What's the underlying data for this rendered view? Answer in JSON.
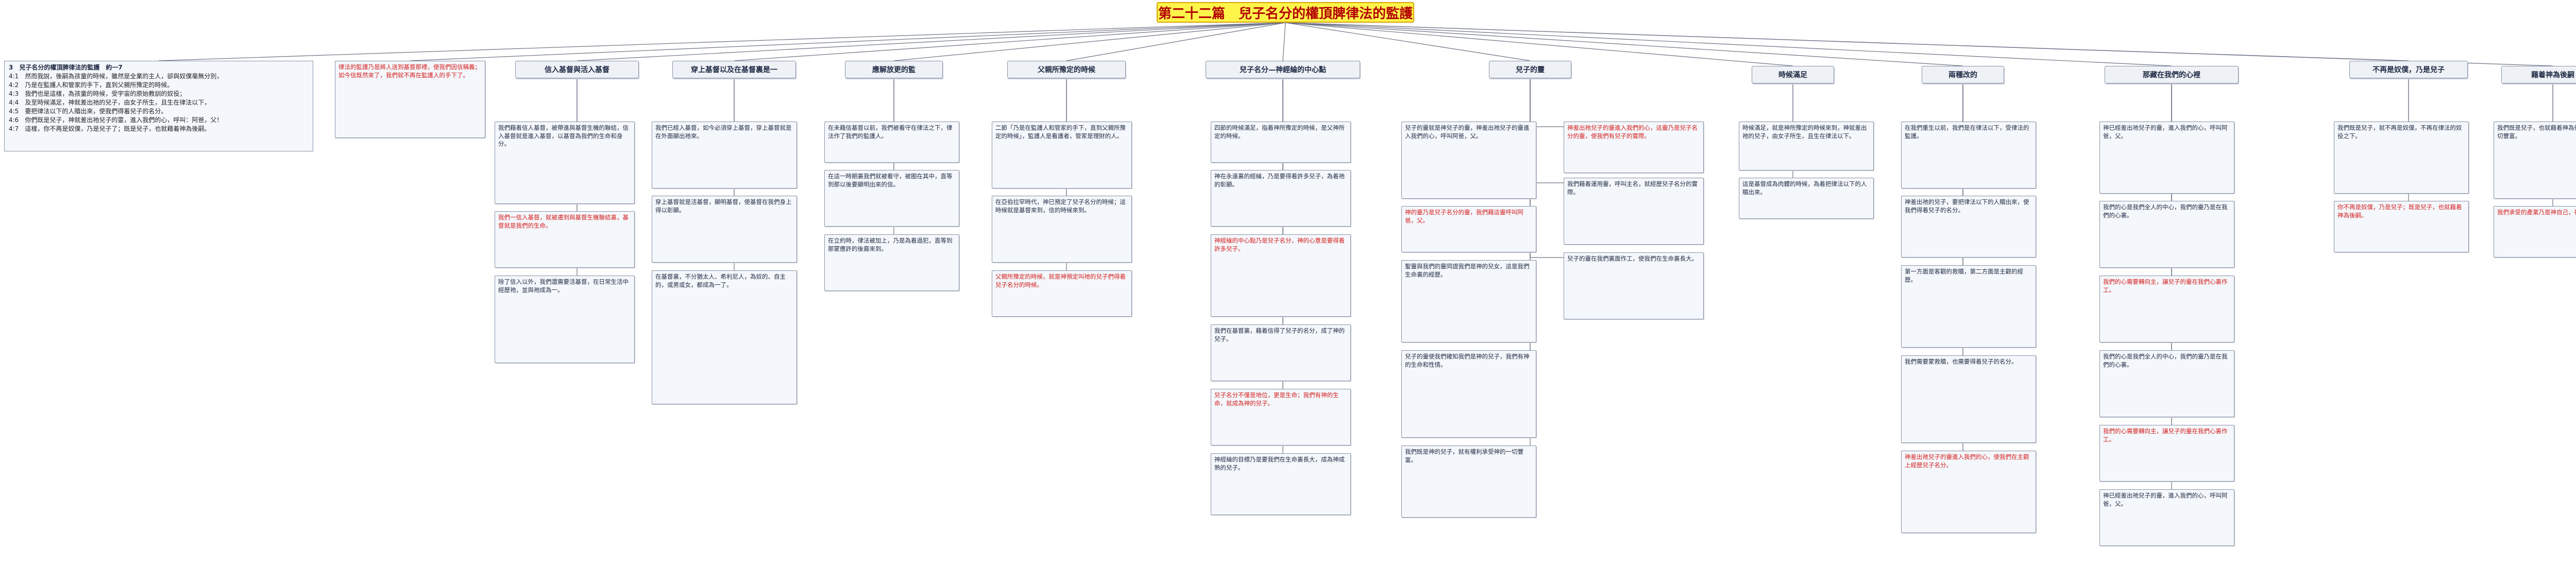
{
  "title": "第二十二篇　兒子名分的權頂脾律法的監護",
  "intro": {
    "caption": "3　兒子名分的權頂脾律法的監護　約一7",
    "lines": [
      "4:1　然而我說，後嗣為孩童的時候，雖然是全業的主人，卻與奴僕毫無分別，",
      "4:2　乃是在監護人和管家的手下，直到父親所豫定的時候。",
      "4:3　我們也是這樣，為孩童的時候，受宇宙的原始教訓的奴役；",
      "4:4　及至時候滿足，神就差出祂的兒子，由女子所生，且生在律法以下，",
      "4:5　要把律法以下的人贖出來，使我們得着兒子的名分。",
      "4:6　你們既是兒子，神就差出祂兒子的靈，進入我們的心，呼叫：阿爸，父！",
      "4:7　這樣，你不再是奴僕，乃是兒子了；既是兒子，也就藉着神為後嗣。"
    ]
  },
  "headers": [
    "信入基督與活入基督",
    "穿上基督以及在基督裏是一",
    "應解放更的監",
    "父親所豫定的時候",
    "兒子名分—神經綸的中心點",
    "兒子的靈",
    "時候滿足",
    "兩種改的",
    "那藏在我們的心裡",
    "不再是奴僕，乃是兒子",
    "藉着神為後嗣"
  ],
  "top_note": "律法的監護乃是將人送到基督那裡，使我們因信稱義；如今信既然來了，我們就不再在監護人的手下了。",
  "notes": {
    "c1": [
      {
        "t": "我們藉着信人基督，被帶進與基督生機的聯結，信入基督就是進入基督，以基督為我們的生命和身分。",
        "red": false
      },
      {
        "t": "我們一信入基督，就被遷到與基督生機聯結裏，基督就是我們的生命。",
        "red": true
      },
      {
        "t": "除了信入以外，我們還需要活基督，在日常生活中經歷祂，並與祂成為一。",
        "red": false
      }
    ],
    "c2": [
      {
        "t": "我們已經入基督，如今必須穿上基督，穿上基督就是在外面顯出祂來。",
        "red": false
      },
      {
        "t": "穿上基督就是活基督，顯明基督，使基督在我們身上得以彰顯。",
        "red": false
      },
      {
        "t": "在基督裏，不分猶太人、希利尼人，為奴的、自主的，或男或女，都成為一了。",
        "red": false
      }
    ],
    "c3": [
      {
        "t": "在未藉信基督以前，我們被看守在律法之下，律法作了我們的監護人。",
        "red": false
      },
      {
        "t": "在這一時期裏我們就被看守，被圈在其中，直等到那以後要顯明出來的信。",
        "red": false
      },
      {
        "t": "在立約時，律法被加上，乃是為着過犯，直等到那蒙應許的後裔來到。",
        "red": false
      }
    ],
    "c4": [
      {
        "t": "二節「乃是在監護人和管家的手下，直到父親所豫定的時候」，監護人是看護者，管家是理財的人。",
        "red": false
      },
      {
        "t": "在亞伯拉罕時代，神已預定了兒子名分的時候；這時候就是基督來到，信的時候來到。",
        "red": false
      },
      {
        "t": "父親所豫定的時候，就是神預定叫祂的兒子們得着兒子名分的時候。",
        "red": true
      }
    ],
    "c5": [
      {
        "t": "四節的時候滿足，指着神所豫定的時候，是父神所定的時候。",
        "red": false
      },
      {
        "t": "神在永遠裏的經綸，乃是要得着許多兒子，為着祂的彰顯。",
        "red": false
      },
      {
        "t": "神經綸的中心點乃是兒子名分，神的心意是要得着許多兒子。",
        "red": true
      },
      {
        "t": "我們在基督裏，藉着信得了兒子的名分，成了神的兒子。",
        "red": false
      },
      {
        "t": "兒子名分不僅是地位，更是生命；我們有神的生命，就成為神的兒子。",
        "red": true
      },
      {
        "t": "神經綸的目標乃是要我們在生命裏長大，成為神成熟的兒子。",
        "red": false
      }
    ],
    "c6": [
      {
        "t": "兒子的靈就是神兒子的靈，神差出祂兒子的靈進入我們的心，呼叫阿爸，父。",
        "red": false
      },
      {
        "t": "神的靈乃是兒子名分的靈，我們藉這靈呼叫阿爸，父。",
        "red": true
      },
      {
        "t": "聖靈與我們的靈同證我們是神的兒女，這是我們生命裏的經歷。",
        "red": false
      },
      {
        "t": "兒子的靈使我們確知我們是神的兒子，我們有神的生命和性情。",
        "red": false
      },
      {
        "t": "我們既是神的兒子，就有權利承受神的一切豐富。",
        "red": false
      }
    ],
    "c6b": [
      {
        "t": "神差出祂兒子的靈進入我們的心，這靈乃是兒子名分的靈，使我們有兒子的實際。",
        "red": true
      },
      {
        "t": "我們藉着運用靈，呼叫主名，就經歷兒子名分的實際。",
        "red": false
      },
      {
        "t": "兒子的靈在我們裏面作工，使我們在生命裏長大。",
        "red": false
      }
    ],
    "c7": [
      {
        "t": "時候滿足，就是神所豫定的時候來到，神就差出祂的兒子，由女子所生，且生在律法以下。",
        "red": false
      },
      {
        "t": "這是基督成為肉體的時候，為着把律法以下的人贖出來。",
        "red": false
      }
    ],
    "c8": [
      {
        "t": "在我們重生以前，我們是在律法以下，受律法的監護。",
        "red": false
      },
      {
        "t": "神差出祂的兒子，要把律法以下的人贖出來，使我們得着兒子的名分。",
        "red": false
      },
      {
        "t": "第一方面是客觀的救贖，第二方面是主觀的經歷。",
        "red": false
      },
      {
        "t": "我們需要蒙救贖，也需要得着兒子的名分。",
        "red": false
      },
      {
        "t": "神差出祂兒子的靈進入我們的心，使我們在主觀上經歷兒子名分。",
        "red": true
      }
    ],
    "c9": [
      {
        "t": "神已經差出祂兒子的靈，進入我們的心，呼叫阿爸，父。",
        "red": false
      },
      {
        "t": "我們的心是我們全人的中心，我們的靈乃是在我們的心裏。",
        "red": false
      },
      {
        "t": "我們的心需要轉向主，讓兒子的靈在我們心裏作工。",
        "red": true
      }
    ],
    "c10": [
      {
        "t": "我們既是兒子，就不再是奴僕，不再在律法的奴役之下。",
        "red": false
      },
      {
        "t": "你不再是奴僕，乃是兒子；既是兒子，也就藉着神為後嗣。",
        "red": true
      }
    ],
    "c11": [
      {
        "t": "我們既是兒子，也就藉着神為後嗣，承受神的一切豐富。",
        "red": false
      },
      {
        "t": "我們承受的產業乃是神自己，神就是我們的分。",
        "red": true
      }
    ]
  }
}
